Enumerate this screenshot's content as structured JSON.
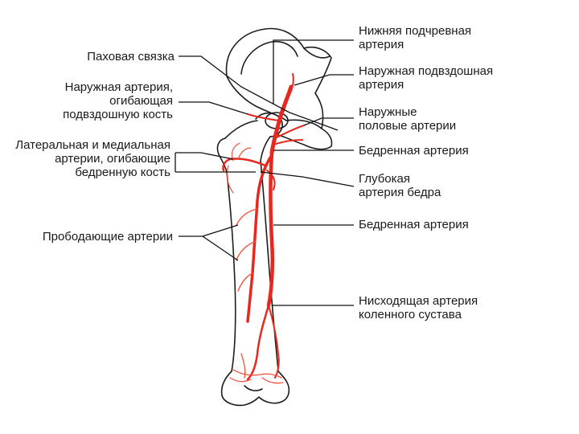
{
  "diagram": {
    "colors": {
      "artery": "#e8281e",
      "artery_thin": "#f0503c",
      "bone": "#1e1e1e",
      "leader": "#111111"
    },
    "labels_left": {
      "inguinal_ligament": "Паховая связка",
      "circumflex_iliac": "Наружная артерия,\nогибающая\nподвздошную кость",
      "circumflex_femoral": "Латеральная и медиальная\nартерии, огибающие\nбедренную кость",
      "perforating": "Прободающие артерии"
    },
    "labels_right": {
      "inferior_epigastric": "Нижняя подчревная\nартерия",
      "external_iliac": "Наружная подвздошная\nартерия",
      "external_pudendal": "Наружные\nполовые артерии",
      "femoral_upper": "Бедренная артерия",
      "deep_femoral": "Глубокая\nартерия бедра",
      "femoral_lower": "Бедренная артерия",
      "descending_genicular": "Нисходящая артерия\nколенного сустава"
    }
  }
}
